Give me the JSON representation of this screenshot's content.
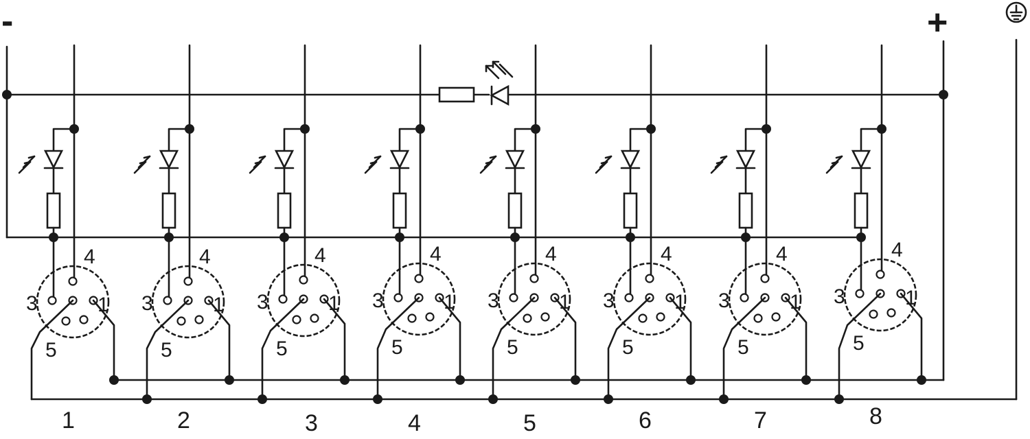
{
  "terminals": {
    "minus": "-",
    "plus": "+"
  },
  "pin_labels": {
    "p1": "1",
    "p3": "3",
    "p4": "4",
    "p5": "5"
  },
  "channels": [
    {
      "label": "1"
    },
    {
      "label": "2"
    },
    {
      "label": "3"
    },
    {
      "label": "4"
    },
    {
      "label": "5"
    },
    {
      "label": "6"
    },
    {
      "label": "7"
    },
    {
      "label": "8"
    }
  ],
  "icons": {
    "earth": "protective-earth-icon",
    "led": "led-icon",
    "resistor": "resistor-icon",
    "connector": "m12-connector-icon"
  },
  "colors": {
    "line": "#1a1a1a",
    "background": "#ffffff"
  }
}
